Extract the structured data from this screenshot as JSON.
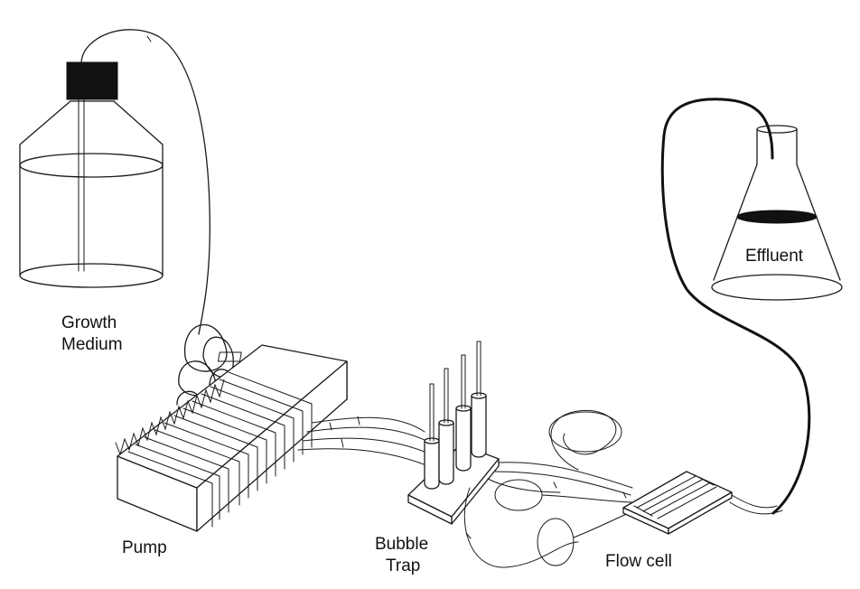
{
  "labels": {
    "growth_medium_line1": "Growth",
    "growth_medium_line2": "Medium",
    "effluent": "Effluent",
    "pump": "Pump",
    "bubble_trap_line1": "Bubble",
    "bubble_trap_line2": "Trap",
    "flow_cell": "Flow cell"
  }
}
